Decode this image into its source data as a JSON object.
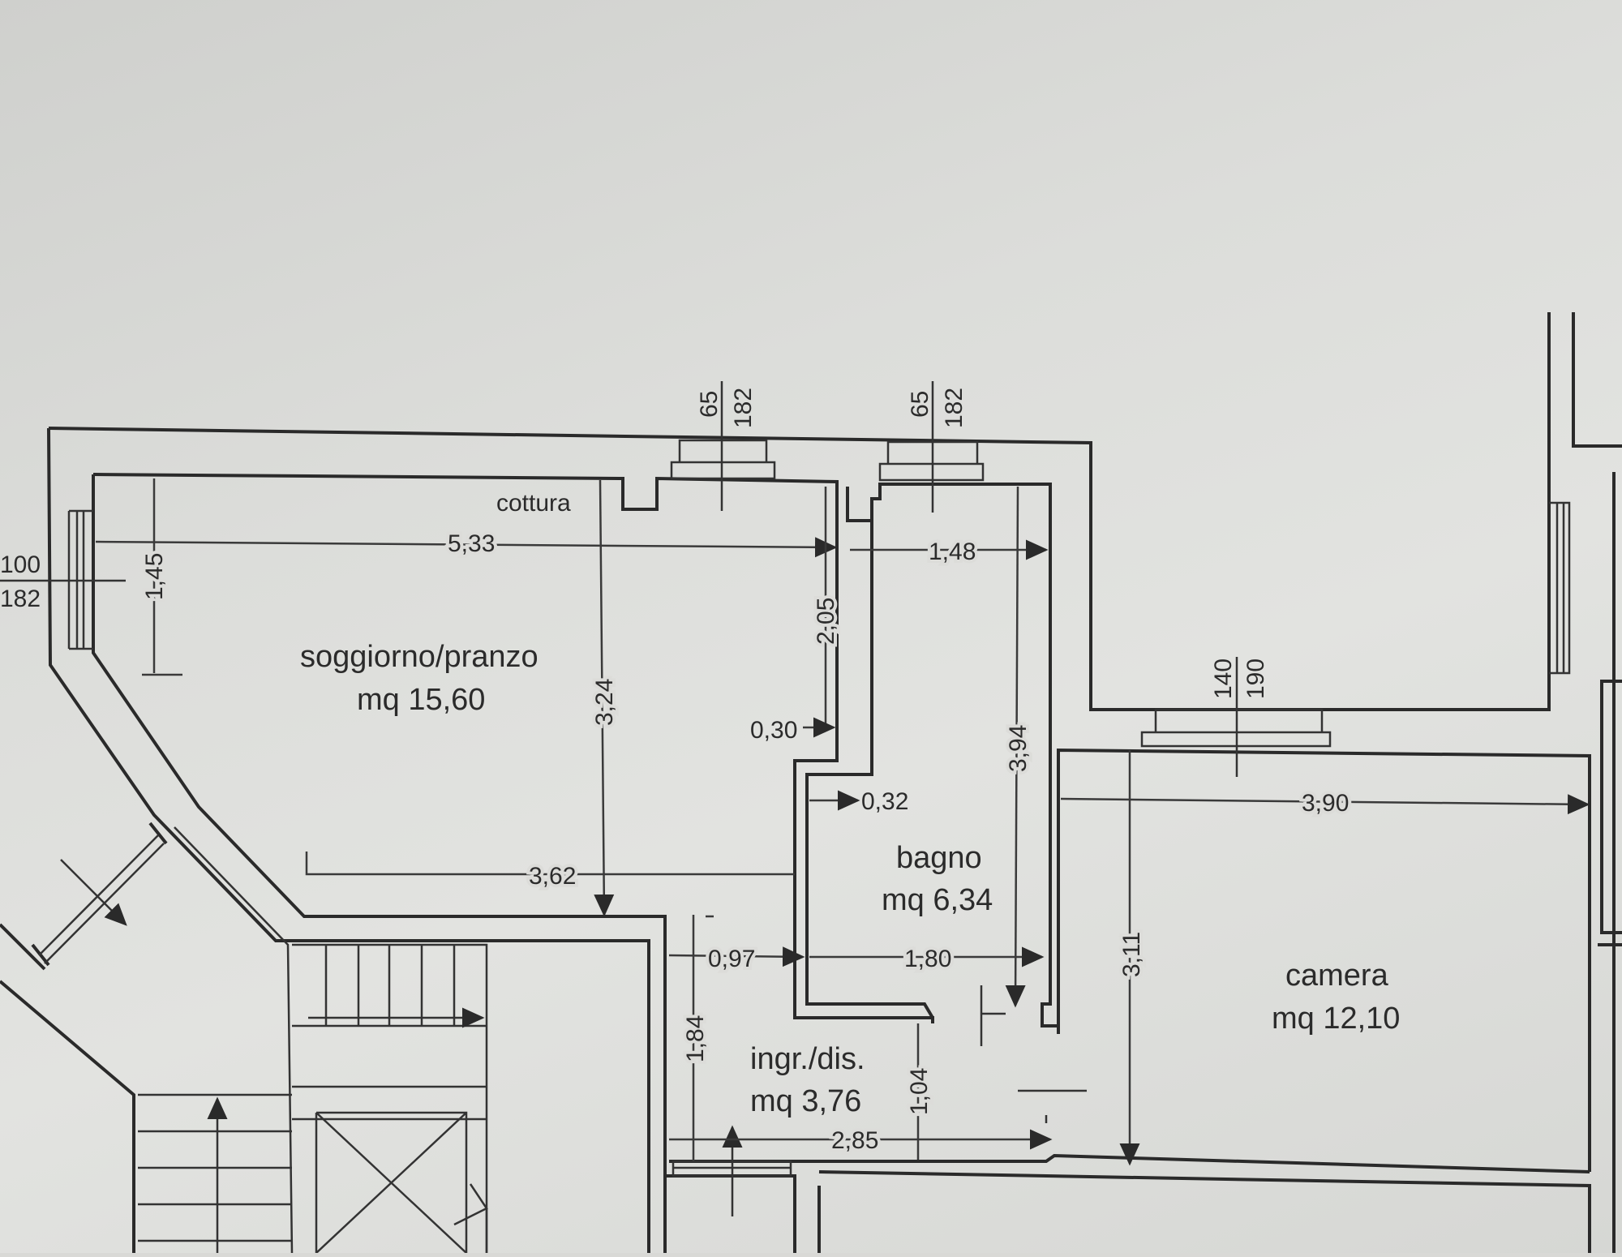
{
  "rooms": {
    "soggiorno": {
      "name": "soggiorno/pranzo",
      "area": "mq 15,60"
    },
    "bagno": {
      "name": "bagno",
      "area": "mq 6,34"
    },
    "camera": {
      "name": "camera",
      "area": "mq 12,10"
    },
    "ingresso": {
      "name": "ingr./dis.",
      "area": "mq 3,76"
    }
  },
  "annotations": {
    "cottura": "cottura"
  },
  "windows": {
    "w_left": {
      "top": "100",
      "bottom": "182"
    },
    "w_kitchen": {
      "top": "65",
      "bottom": "182"
    },
    "w_bath": {
      "top": "65",
      "bottom": "182"
    },
    "w_camera": {
      "top": "140",
      "bottom": "190"
    }
  },
  "dimensions": {
    "d533": "5,33",
    "d145": "1,45",
    "d324": "3,24",
    "d205": "2,05",
    "d030": "0,30",
    "d362": "3,62",
    "d148": "1,48",
    "d394": "3,94",
    "d032": "0,32",
    "d180": "1,80",
    "d097": "0,97",
    "d184": "1,84",
    "d104": "1,04",
    "d285": "2,85",
    "d390": "3,90",
    "d311": "3,11"
  }
}
